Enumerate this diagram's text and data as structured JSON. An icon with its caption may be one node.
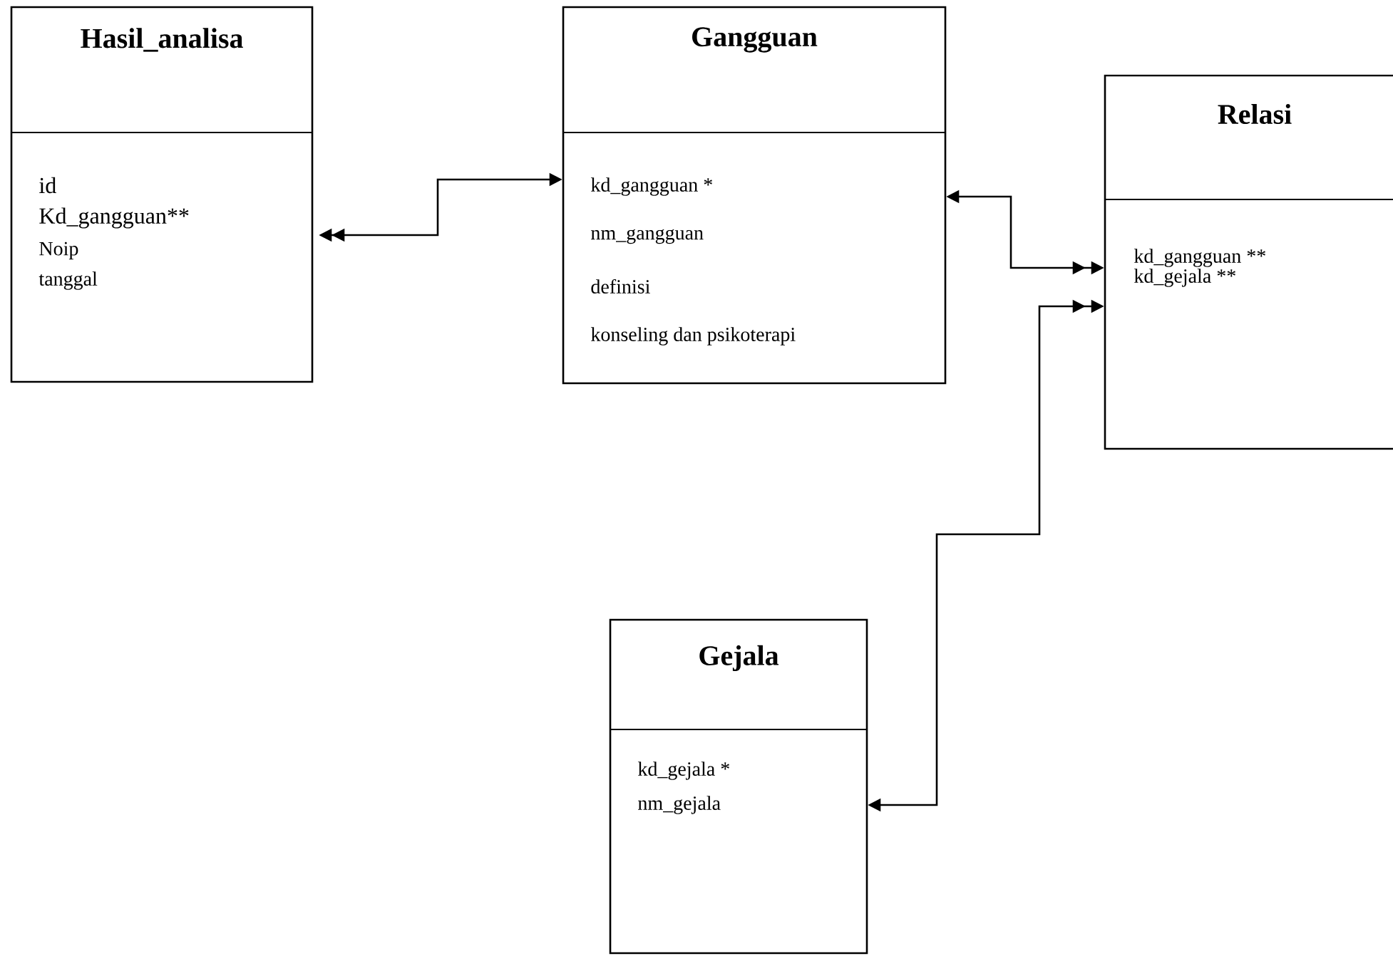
{
  "diagram": {
    "nodes": [
      {
        "text": [
          "Hasil_analisa",
          "id",
          "Kd_gangguan**",
          "Noip",
          "tanggal"
        ]
      },
      {
        "text": [
          "Gangguan",
          "kd_gangguan *",
          "nm_gangguan",
          "definisi",
          "konseling dan psikoterapi"
        ]
      },
      {
        "text": [
          "Relasi",
          "kd_gangguan **",
          "kd_gejala **"
        ]
      },
      {
        "text": [
          "Gejala",
          "kd_gejala *",
          "nm_gejala"
        ]
      }
    ],
    "edges": [
      {
        "from": 0,
        "to": 1,
        "arrow": "both"
      },
      {
        "from": 1,
        "to": 2,
        "arrow": "both"
      },
      {
        "from": 3,
        "to": 2,
        "arrow": "both"
      }
    ]
  }
}
